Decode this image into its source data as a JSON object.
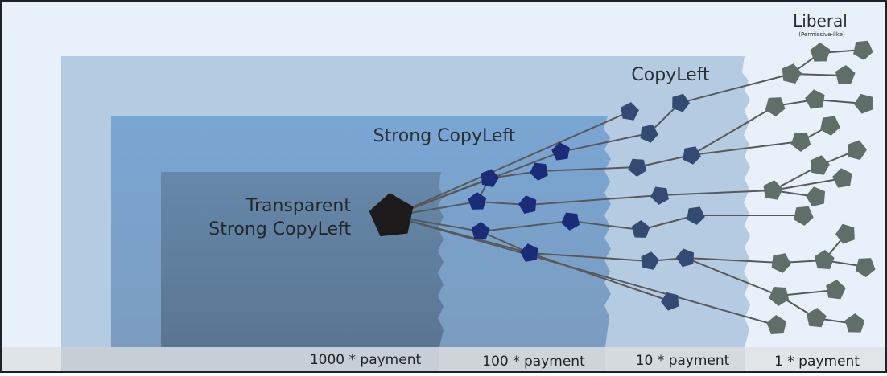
{
  "zones": {
    "liberal": {
      "title": "Liberal",
      "subtitle": "(Permissive-like)"
    },
    "copyleft": {
      "title": "CopyLeft"
    },
    "strong": {
      "title": "Strong CopyLeft"
    },
    "transparent": {
      "title_line1": "Transparent",
      "title_line2": "Strong CopyLeft"
    }
  },
  "payments": {
    "p1000": "1000 * payment",
    "p100": "100 * payment",
    "p10": "10 * payment",
    "p1": "1 * payment"
  },
  "colors": {
    "outer_bg": "#e8f0f9",
    "copyleft_bg": "#b5cbe2",
    "strong_bg": "#7ea9d6",
    "transparent_bg": "#5e7f9e",
    "footer_bg": "#dde1e4",
    "hub_node": "#1c1a1a",
    "strong_node": "#1a2c78",
    "copyleft_node": "#344a73",
    "liberal_node": "#5f6e68",
    "edge": "#57595b",
    "text": "#2a2f33"
  }
}
